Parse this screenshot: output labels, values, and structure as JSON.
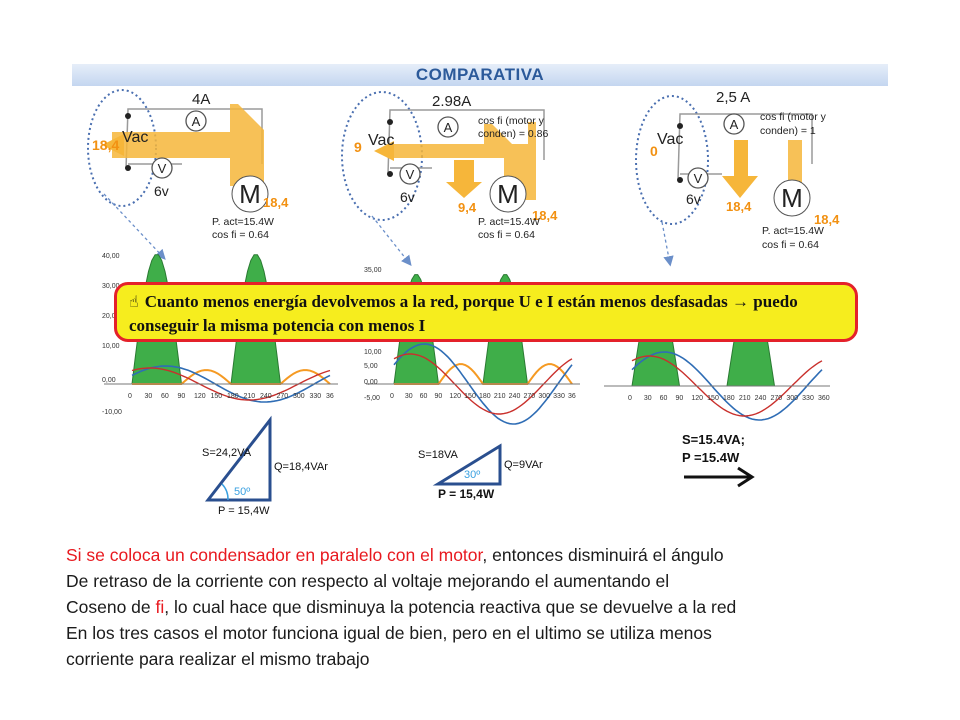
{
  "header": {
    "title": "COMPARATIVA"
  },
  "circuits": [
    {
      "current": "4A",
      "ammeter": "A",
      "source": "Vac",
      "source_value": "18,4",
      "voltmeter": "V",
      "voltage": "6v",
      "motor": "M",
      "motor_value": "18,4",
      "cos_info": "",
      "return_value": "",
      "p_act": "P. act=15.4W",
      "cos_fi": "cos fi = 0.64"
    },
    {
      "current": "2.98A",
      "ammeter": "A",
      "source": "Vac",
      "source_value": "9",
      "voltmeter": "V",
      "voltage": "6v",
      "motor": "M",
      "motor_value": "18,4",
      "cos_info": "cos fi (motor y conden) = 0.86",
      "return_value": "9,4",
      "p_act": "P. act=15.4W",
      "cos_fi": "cos fi = 0.64"
    },
    {
      "current": "2,5 A",
      "ammeter": "A",
      "source": "Vac",
      "source_value": "0",
      "voltmeter": "V",
      "voltage": "6v",
      "motor": "M",
      "motor_value": "18,4",
      "cos_info": "cos fi (motor y conden) = 1",
      "return_value": "18,4",
      "p_act": "P. act=15.4W",
      "cos_fi": "cos fi = 0.64"
    }
  ],
  "waves": [
    {
      "y_ticks": [
        "40,00",
        "30,00",
        "20,00",
        "10,00",
        "0,00",
        "-10,00"
      ],
      "x_ticks": [
        "0",
        "30",
        "60",
        "90",
        "120",
        "150",
        "180",
        "210",
        "240",
        "270",
        "300",
        "330",
        "36"
      ]
    },
    {
      "y_ticks": [
        "35,00",
        "10,00",
        "5,00",
        "0,00",
        "-5,00"
      ],
      "x_ticks": [
        "0",
        "30",
        "60",
        "90",
        "120",
        "150",
        "180",
        "210",
        "240",
        "270",
        "300",
        "330",
        "36"
      ]
    },
    {
      "y_ticks": [],
      "x_ticks": [
        "0",
        "30",
        "60",
        "90",
        "120",
        "150",
        "180",
        "210",
        "240",
        "270",
        "300",
        "330",
        "360"
      ]
    }
  ],
  "callout": {
    "icon": "pointing-hand-icon",
    "text": "Cuanto menos energía devolvemos a la red, porque U e I están menos desfasadas → puedo conseguir la misma potencia con menos I"
  },
  "triangles": [
    {
      "s": "S=24,2VA",
      "q": "Q=18,4VAr",
      "p": "P = 15,4W",
      "angle": "50º"
    },
    {
      "s": "S=18VA",
      "q": "Q=9VAr",
      "p": "P = 15,4W",
      "angle": "30º"
    }
  ],
  "result": {
    "s": "S=15.4VA;",
    "p": "P =15.4W"
  },
  "caption": {
    "l1a": "Si se coloca un condensador  en paralelo con el motor",
    "l1b": ", entonces  disminuirá el ángulo",
    "l2": "De retraso de la corriente con respecto al voltaje mejorando el aumentando el",
    "l3a": "Coseno de ",
    "l3b": "fi",
    "l3c": ", lo cual hace que disminuya la potencia reactiva que se devuelve a la red",
    "l4": "En los tres casos el motor funciona igual de bien, pero en el ultimo se utiliza menos",
    "l5": "corriente para realizar el mismo trabajo"
  },
  "colors": {
    "header_text": "#2c5a9a",
    "arrow": "#f6b63a",
    "value_orange": "#f29112",
    "callout_fill": "#f6ed1e",
    "callout_border": "#e4212a",
    "wave_green": "#3fae49",
    "wave_blue": "#2f6db5",
    "wave_red": "#c9302c",
    "wave_orange": "#f59a23",
    "triangle_blue": "#2a4f8f",
    "caption_red": "#e8191f"
  }
}
